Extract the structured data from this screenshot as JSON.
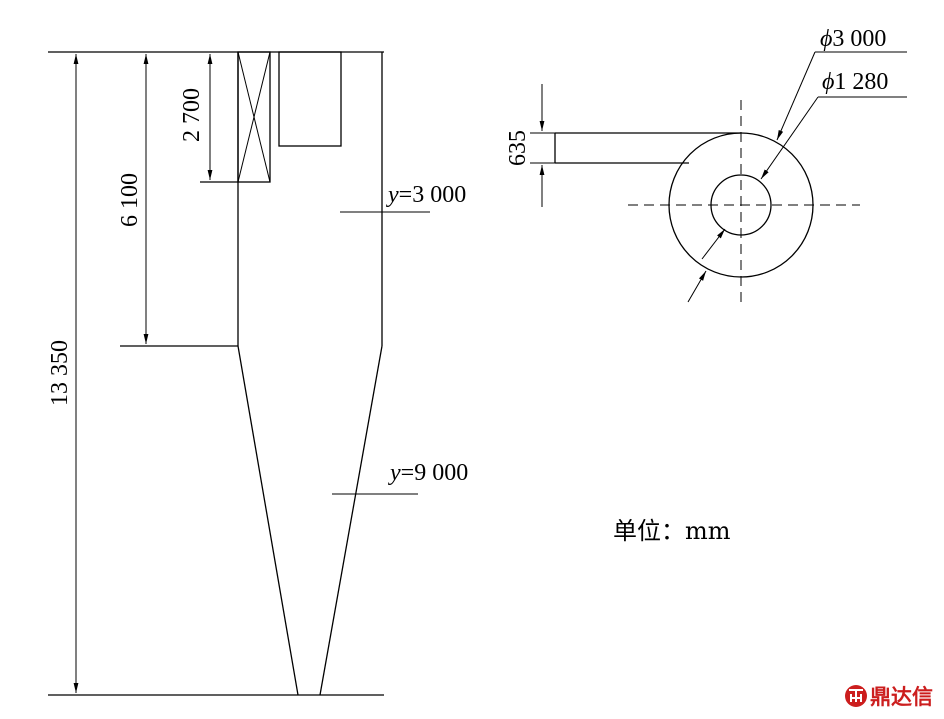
{
  "dimensions": {
    "total_height": "13 350",
    "cylinder_height": "6 100",
    "inlet_height": "2 700",
    "inlet_width": "635",
    "outer_diameter": "3 000",
    "outlet_diameter": "1 280",
    "diameter_symbol": "ϕ"
  },
  "sections": {
    "upper": {
      "var": "y",
      "eq": "=",
      "value": "3 000"
    },
    "lower": {
      "var": "y",
      "eq": "=",
      "value": "9 000"
    }
  },
  "unit_label": "单位：mm",
  "watermark": {
    "brand": "鼎达信",
    "brand_color": "#cc1e1e"
  }
}
